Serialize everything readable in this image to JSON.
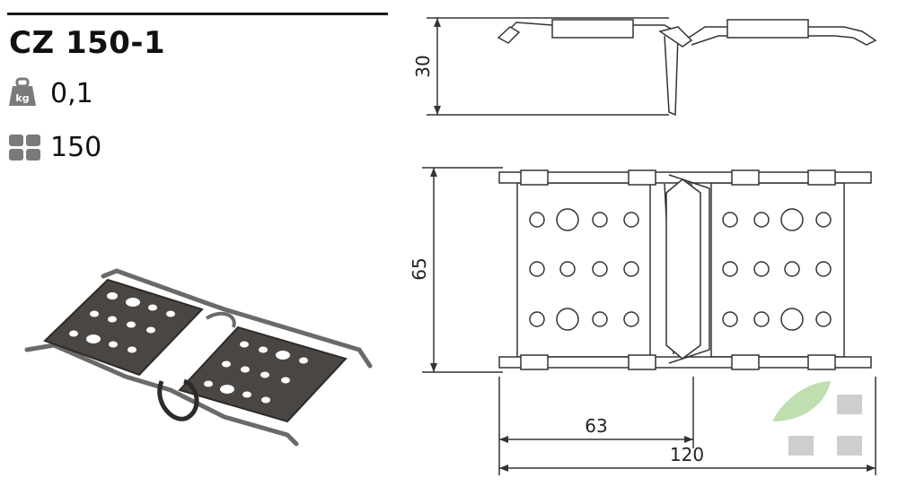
{
  "product": {
    "code": "CZ 150-1",
    "weight": "0,1",
    "pack_quantity": "150",
    "weight_icon_label": "kg",
    "weight_icon": "kg-weight-icon",
    "pack_icon": "package-quantity-icon"
  },
  "drawing": {
    "dim_height_side": "30",
    "dim_width_total": "65",
    "dim_half_length": "63",
    "dim_total_length": "120"
  },
  "colors": {
    "line": "#333333",
    "plate_dark": "#4a4643",
    "icon_grey": "#7a7a7a",
    "leaf_green": "#b9dca8"
  }
}
